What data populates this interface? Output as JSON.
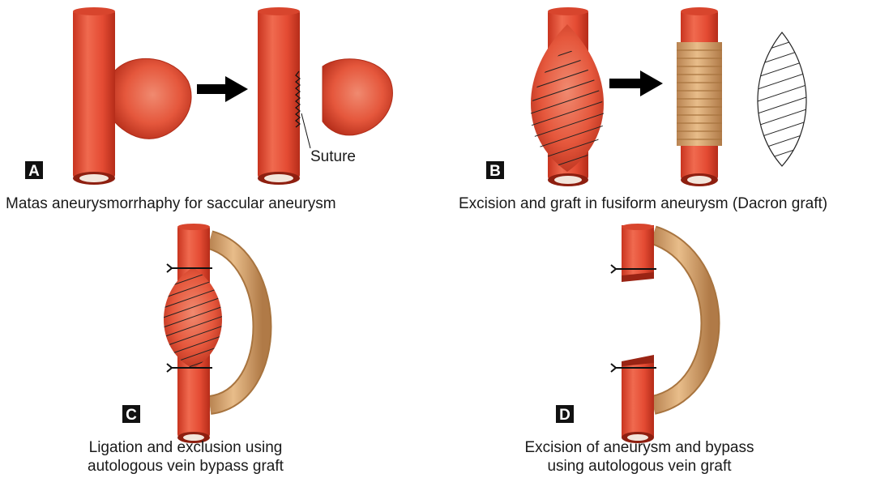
{
  "panels": {
    "a": {
      "letter": "A",
      "caption": "Matas aneurysmorrhaphy for saccular aneurysm",
      "label": "Suture"
    },
    "b": {
      "letter": "B",
      "caption": "Excision and graft in fusiform aneurysm (Dacron graft)"
    },
    "c": {
      "letter": "C",
      "caption_line1": "Ligation and exclusion using",
      "caption_line2": "autologous vein bypass graft"
    },
    "d": {
      "letter": "D",
      "caption_line1": "Excision of aneurysm and bypass",
      "caption_line2": "using autologous vein graft"
    }
  },
  "colors": {
    "artery": "#e8503a",
    "artery_dark": "#b9301f",
    "graft": "#d9a66f",
    "graft_dark": "#a8743f",
    "arrow": "#000000"
  }
}
